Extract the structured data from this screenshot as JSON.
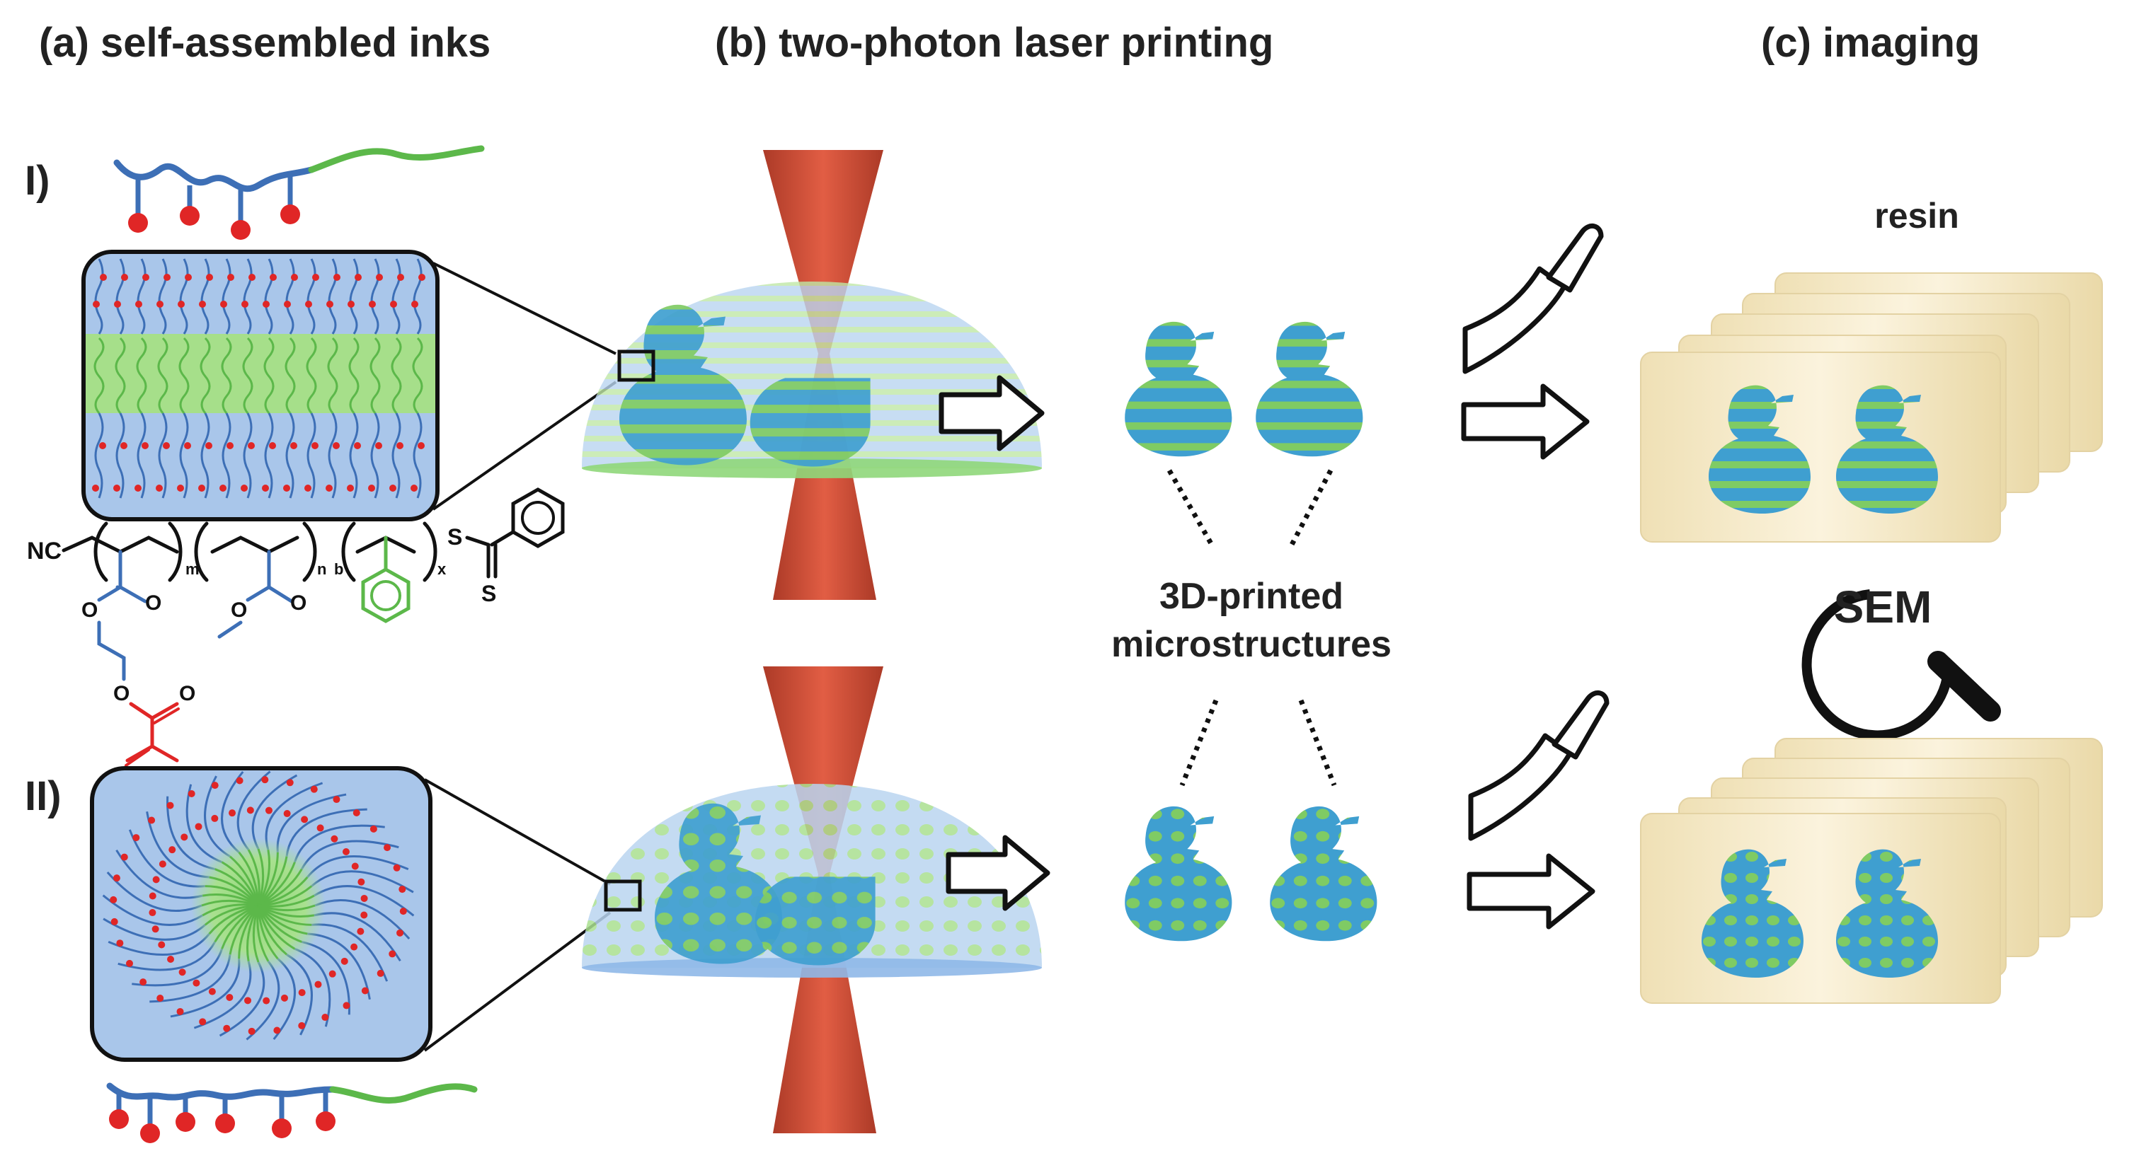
{
  "headers": {
    "a": "(a) self-assembled inks",
    "b": "(b) two-photon laser printing",
    "c": "(c) imaging"
  },
  "rows": {
    "one": "I)",
    "two": "II)"
  },
  "center_label": {
    "line1": "3D-printed",
    "line2": "microstructures"
  },
  "resin_label": "resin",
  "sem_label": "SEM",
  "chem_labels": {
    "nc": "NC",
    "m": "m",
    "n": "n",
    "b": "b",
    "x": "x",
    "s1": "S",
    "s2": "S",
    "o1": "O",
    "o2": "O",
    "o3": "O",
    "o4": "O",
    "o5": "O",
    "o6": "O"
  },
  "colors": {
    "blue_chain": "#3d6fb6",
    "green_chain": "#5cb84a",
    "red_group": "#e02626",
    "lamella_blue": "#a9c6ea",
    "lamella_green": "#a6df8a",
    "laser": "#c6422a",
    "resin": "#f1e5c2",
    "duck_fill": "#3f9fd0",
    "duck_pattern": "#79c95e"
  }
}
